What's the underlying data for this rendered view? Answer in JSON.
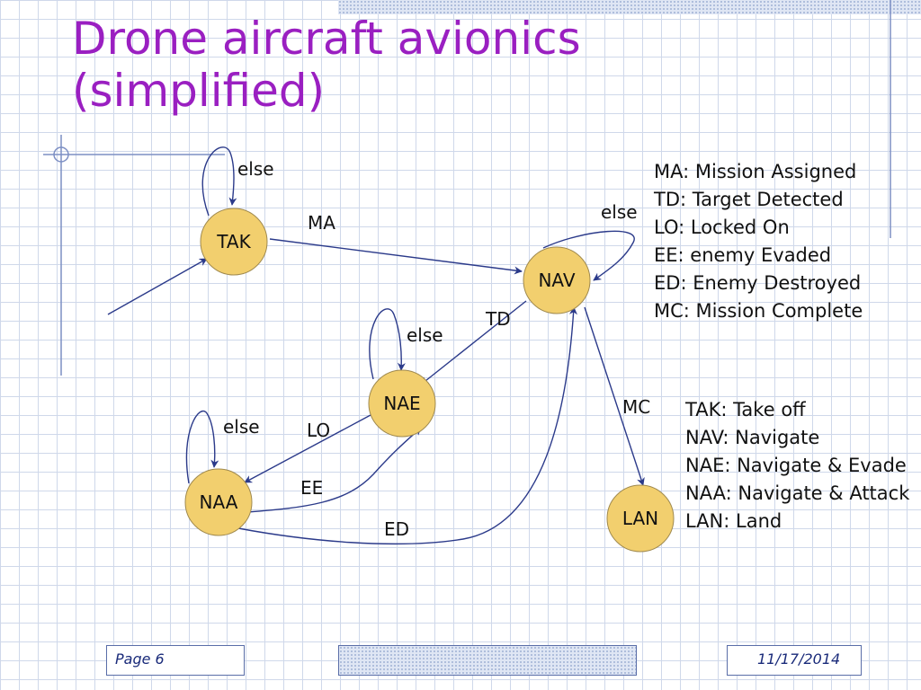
{
  "slide": {
    "title_line1": "Drone aircraft avionics",
    "title_line2": "(simplified)"
  },
  "diagram": {
    "states": {
      "tak": "TAK",
      "nav": "NAV",
      "nae": "NAE",
      "naa": "NAA",
      "lan": "LAN"
    },
    "transitions": {
      "ma": "MA",
      "td": "TD",
      "lo": "LO",
      "ee": "EE",
      "ed": "ED",
      "mc": "MC",
      "else_tak": "else",
      "else_nav": "else",
      "else_nae": "else",
      "else_naa": "else"
    },
    "colors": {
      "state_fill": "#f2cf6e",
      "edge": "#2b3a8a",
      "title": "#9a1fc1"
    }
  },
  "legend_events": [
    "MA: Mission Assigned",
    "TD: Target Detected",
    "LO: Locked On",
    "EE: enemy Evaded",
    "ED: Enemy Destroyed",
    "MC: Mission Complete"
  ],
  "legend_states": [
    "TAK: Take off",
    "NAV: Navigate",
    "NAE: Navigate & Evade",
    "NAA: Navigate & Attack",
    "LAN: Land"
  ],
  "footer": {
    "page": "Page 6",
    "date": "11/17/2014"
  }
}
